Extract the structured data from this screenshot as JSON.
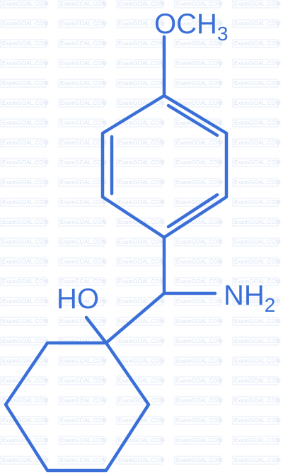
{
  "diagram": {
    "colors": {
      "ink": "#3A6FD8",
      "background": "#FFFFFF",
      "watermark": "#D8E3F3"
    },
    "labels": {
      "methoxy_main": "OCH",
      "methoxy_sub": "3",
      "hydroxyl": "HO",
      "amine_main": "NH",
      "amine_sub": "2"
    },
    "watermark_text": "ExamGOAL.COM"
  }
}
